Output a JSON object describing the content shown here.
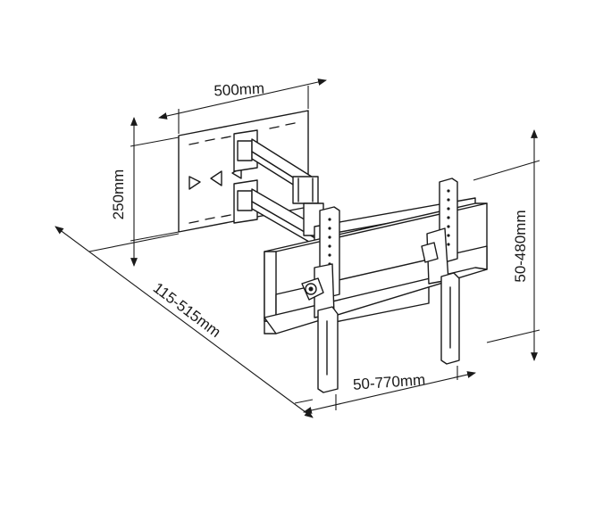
{
  "diagram": {
    "dimensions": {
      "width_label": "500mm",
      "height_label": "250mm",
      "extension_label": "115-515mm",
      "horizontal_span_label": "50-770mm",
      "vertical_span_label": "50-480mm"
    },
    "colors": {
      "line": "#1a1a1a",
      "background": "#ffffff"
    }
  }
}
